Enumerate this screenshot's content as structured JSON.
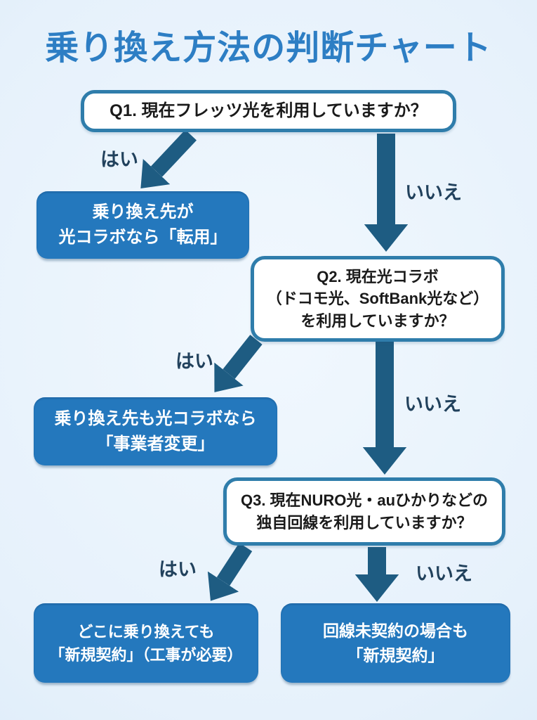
{
  "title": "乗り換え方法の判断チャート",
  "colors": {
    "background": "#e6f1fb",
    "title_text": "#2d7ec4",
    "question_border": "#2f7dab",
    "question_bg": "#ffffff",
    "question_text": "#1a1a1a",
    "result_bg": "#2478bd",
    "result_text": "#ffffff",
    "arrow": "#1e5c82",
    "branch_label_text": "#21415c"
  },
  "labels": {
    "yes": "はい",
    "no": "いいえ"
  },
  "q1": {
    "text": "Q1. 現在フレッツ光を利用していますか？"
  },
  "q2": {
    "line1": "Q2. 現在光コラボ",
    "line2": "（ドコモ光、SoftBank光など）",
    "line3": "を利用していますか？"
  },
  "q3": {
    "line1": "Q3. 現在NURO光・auひかりなどの",
    "line2": "独自回線を利用していますか？"
  },
  "r1": {
    "line1": "乗り換え先が",
    "line2": "光コラボなら「転用」"
  },
  "r2": {
    "line1": "乗り換え先も光コラボなら",
    "line2": "「事業者変更」"
  },
  "r3": {
    "line1": "どこに乗り換えても",
    "line2": "「新規契約」（工事が必要）"
  },
  "r4": {
    "line1": "回線未契約の場合も",
    "line2": "「新規契約」"
  }
}
